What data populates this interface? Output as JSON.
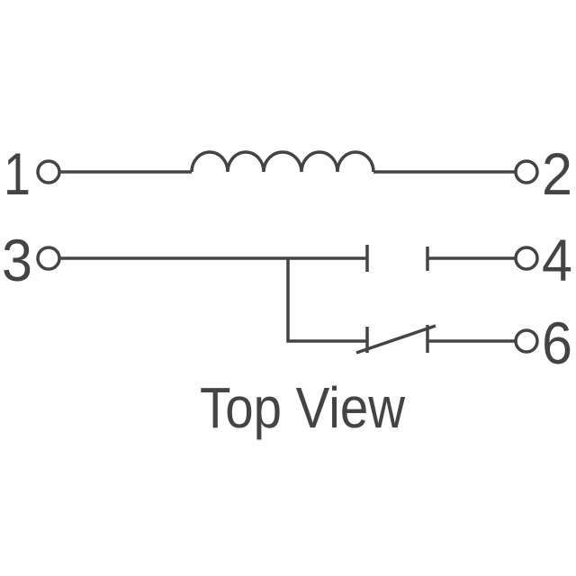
{
  "pins": {
    "p1": "1",
    "p2": "2",
    "p3": "3",
    "p4": "4",
    "p6": "6"
  },
  "caption": "Top View",
  "colors": {
    "ink": "#444444",
    "background": "#ffffff"
  }
}
